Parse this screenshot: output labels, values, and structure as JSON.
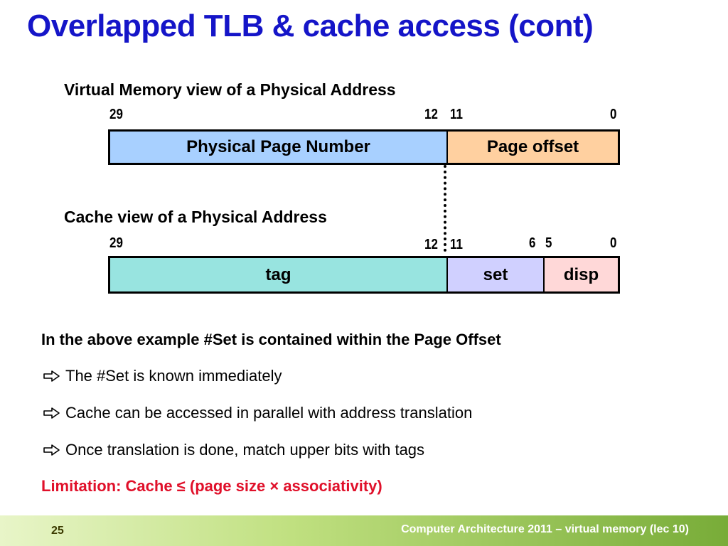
{
  "title": "Overlapped TLB & cache access (cont)",
  "vm_view": {
    "label": "Virtual Memory view of a Physical Address",
    "bits": {
      "b29": "29",
      "b12": "12",
      "b11": "11",
      "b0": "0"
    },
    "fields": {
      "ppn": "Physical Page Number",
      "offset": "Page offset"
    }
  },
  "cache_view": {
    "label": "Cache view of a Physical Address",
    "bits": {
      "b29": "29",
      "b12": "12",
      "b11": "11",
      "b6": "6",
      "b5": "5",
      "b0": "0"
    },
    "fields": {
      "tag": "tag",
      "set": "set",
      "disp": "disp"
    }
  },
  "colors": {
    "title": "#1515c8",
    "ppn": "#a8d0ff",
    "offset": "#ffd0a0",
    "tag": "#98e4e0",
    "set": "#d0d0ff",
    "disp": "#ffd8d8",
    "limitation": "#e0102a"
  },
  "body": {
    "heading": "In the above example  #Set is contained within the Page Offset",
    "bullets": [
      "The #Set is known immediately",
      "Cache can be accessed in parallel with address translation",
      "Once translation is done, match upper bits with tags"
    ],
    "limitation": "Limitation: Cache ≤ (page size × associativity)"
  },
  "footer": {
    "page_number": "25",
    "text": "Computer Architecture 2011 – virtual memory (lec 10)"
  }
}
